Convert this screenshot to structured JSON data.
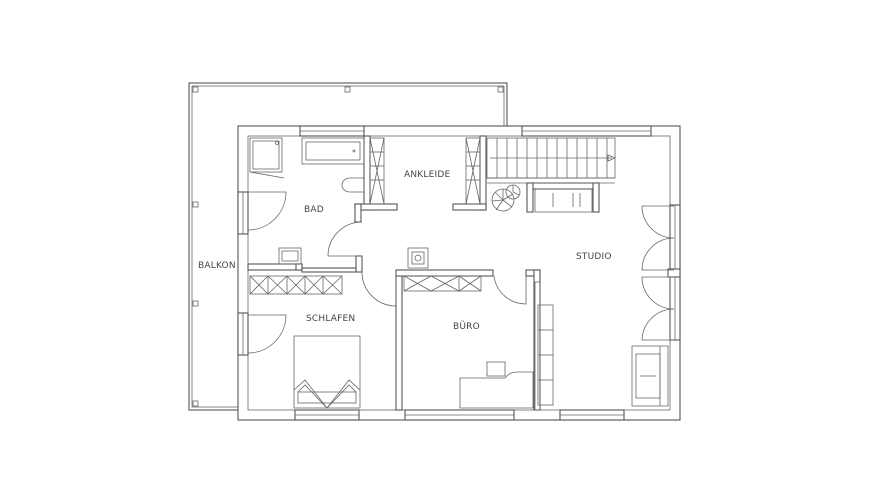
{
  "rooms": {
    "balkon": "BALKON",
    "bad": "BAD",
    "ankleide": "ANKLEIDE",
    "studio": "STUDIO",
    "schlafen": "SCHLAFEN",
    "buero": "BÜRO"
  },
  "colors": {
    "line": "#555555",
    "background": "#ffffff"
  }
}
